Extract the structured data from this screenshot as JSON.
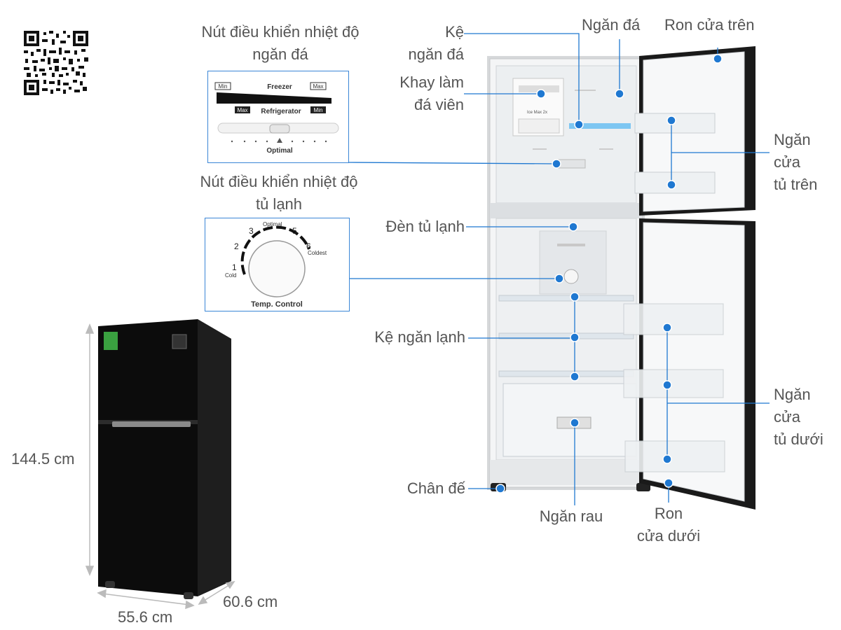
{
  "colors": {
    "accent": "#1f78d1",
    "fridge_body": "#111111",
    "label_text": "#555555"
  },
  "labels": {
    "freezer_control_title": [
      "Nút điều khiển nhiệt độ",
      "ngăn đá"
    ],
    "fridge_control_title": [
      "Nút điều khiển nhiệt độ",
      "tủ lạnh"
    ],
    "ice_shelf": [
      "Kệ",
      "ngăn đá"
    ],
    "ice_tray": [
      "Khay làm",
      "đá viên"
    ],
    "freezer": "Ngăn đá",
    "top_gasket": "Ron cửa trên",
    "top_door_bins": [
      "Ngăn",
      "cửa",
      "tủ trên"
    ],
    "fridge_light": "Đèn tủ lạnh",
    "fridge_shelf": "Kệ ngăn lạnh",
    "bottom_door_bins": [
      "Ngăn",
      "cửa",
      "tủ dưới"
    ],
    "foot": "Chân đế",
    "crisper": "Ngăn rau",
    "bottom_gasket": [
      "Ron",
      "cửa dưới"
    ]
  },
  "freezer_panel": {
    "min_top": "Min",
    "freezer": "Freezer",
    "max_top": "Max",
    "max_bottom": "Max",
    "refrigerator": "Refrigerator",
    "min_bottom": "Min",
    "optimal": "Optimal"
  },
  "fridge_panel": {
    "n1": "1",
    "cold": "Cold",
    "n2": "2",
    "n3": "3",
    "optimal": "Optimal",
    "n5": "5",
    "n6": "6",
    "coldest": "Coldest",
    "caption": "Temp. Control"
  },
  "dimensions": {
    "height": "144.5 cm",
    "depth": "60.6 cm",
    "width": "55.6 cm"
  }
}
